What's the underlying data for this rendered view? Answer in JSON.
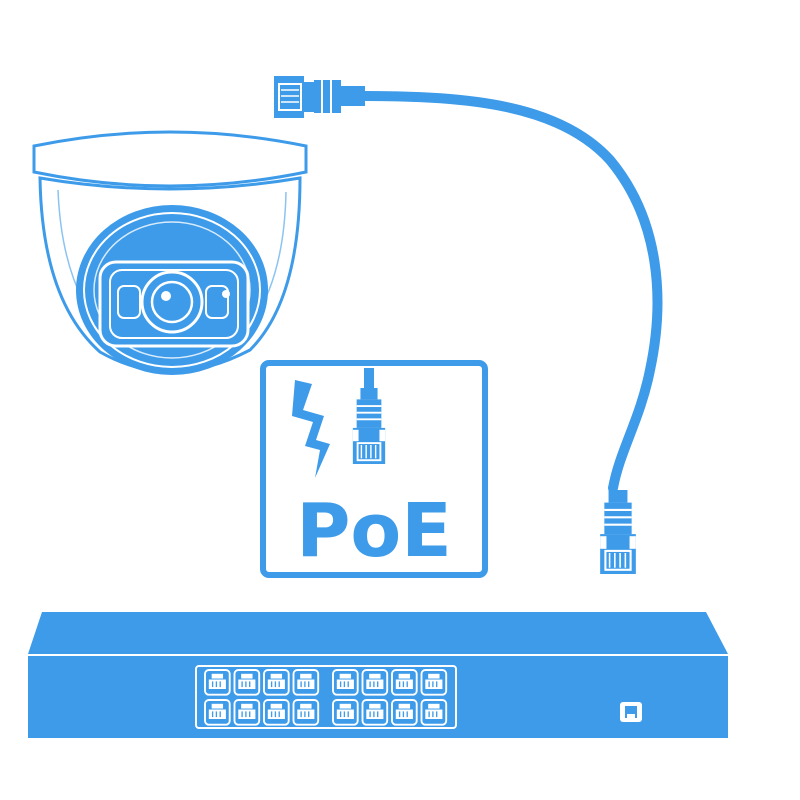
{
  "poe_badge": {
    "label": "PoE"
  },
  "switch": {
    "port_rows": 2,
    "ports_per_row": 8,
    "uplink_ports": 1
  },
  "icons": {
    "camera": "dome-camera-icon",
    "cable": "ethernet-cable-icon",
    "switch": "network-switch-icon",
    "lightning": "lightning-bolt-icon",
    "plug": "rj45-plug-icon"
  },
  "colors": {
    "primary": "#3d9be9",
    "outline": "#ffffff",
    "background": "#ffffff"
  }
}
